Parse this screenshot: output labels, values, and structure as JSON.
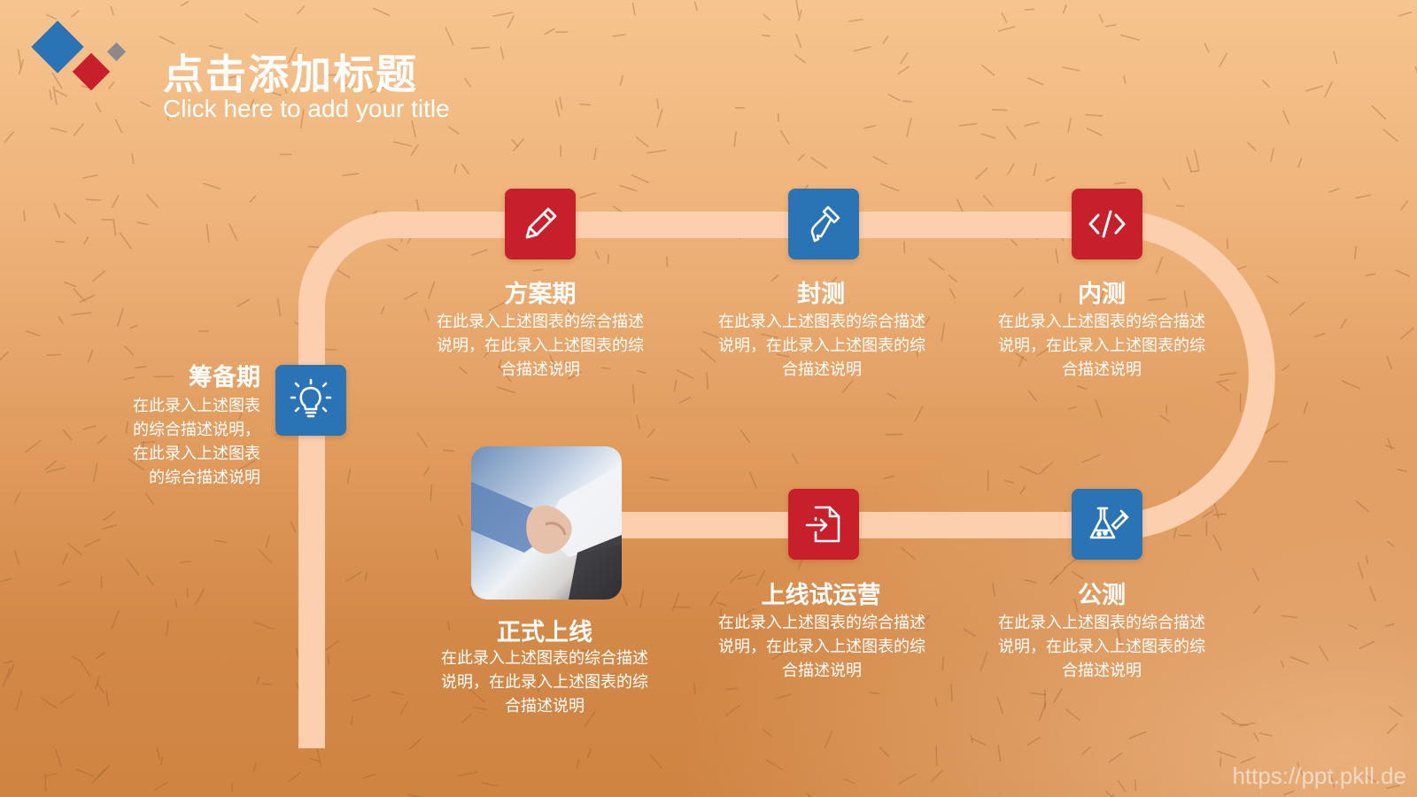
{
  "header": {
    "title": "点击添加标题",
    "subtitle": "Click here to add your title"
  },
  "colors": {
    "accent_red": "#c8202a",
    "accent_blue": "#2a74b5",
    "logo_gray": "#8a8a8a",
    "track": "#fccfae"
  },
  "stages": {
    "prep": {
      "title": "筹备期",
      "desc": "在此录入上述图表的综合描述说明，在此录入上述图表的综合描述说明",
      "icon": "lightbulb-icon"
    },
    "plan": {
      "title": "方案期",
      "desc": "在此录入上述图表的综合描述说明，在此录入上述图表的综合描述说明",
      "icon": "pencil-icon"
    },
    "closed": {
      "title": "封测",
      "desc": "在此录入上述图表的综合描述说明，在此录入上述图表的综合描述说明",
      "icon": "paint-brush-icon"
    },
    "internal": {
      "title": "内测",
      "desc": "在此录入上述图表的综合描述说明，在此录入上述图表的综合描述说明",
      "icon": "code-icon"
    },
    "public": {
      "title": "公测",
      "desc": "在此录入上述图表的综合描述说明，在此录入上述图表的综合描述说明",
      "icon": "flask-icon"
    },
    "trial": {
      "title": "上线试运营",
      "desc": "在此录入上述图表的综合描述说明，在此录入上述图表的综合描述说明",
      "icon": "file-import-icon"
    },
    "launch": {
      "title": "正式上线",
      "desc": "在此录入上述图表的综合描述说明，在此录入上述图表的综合描述说明",
      "icon": "handshake-photo"
    }
  },
  "watermark": "https://ppt.pkll.de"
}
